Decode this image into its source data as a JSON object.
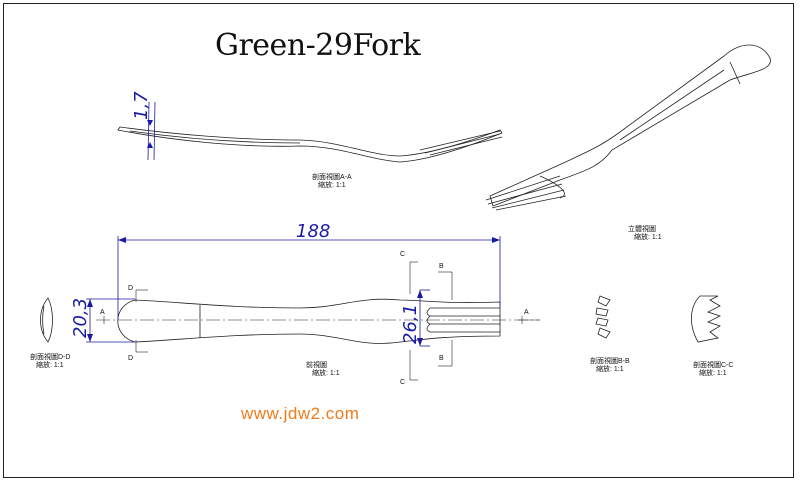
{
  "title": "Green-29Fork",
  "watermark": "www.jdw2.com",
  "dimensions": {
    "thickness": "1,7",
    "length": "188",
    "handle_width": "20,3",
    "tine_width": "26,1"
  },
  "section_markers": {
    "a": "A",
    "b": "B",
    "c": "C",
    "d": "D"
  },
  "view_labels": {
    "section_a": {
      "name": "剖面視圖A-A",
      "scale": "縮放: 1:1"
    },
    "iso": {
      "name": "立體視圖",
      "scale": "縮放: 1:1"
    },
    "front": {
      "name": "前視圖",
      "scale": "縮放: 1:1"
    },
    "section_d": {
      "name": "剖面視圖D-D",
      "scale": "縮放: 1:1"
    },
    "section_b": {
      "name": "剖面視圖B-B",
      "scale": "縮放: 1:1"
    },
    "section_c": {
      "name": "剖面視圖C-C",
      "scale": "縮放: 1:1"
    }
  },
  "colors": {
    "dimension": "#1a1aa6",
    "watermark": "#f07a1a",
    "line": "#222222"
  }
}
